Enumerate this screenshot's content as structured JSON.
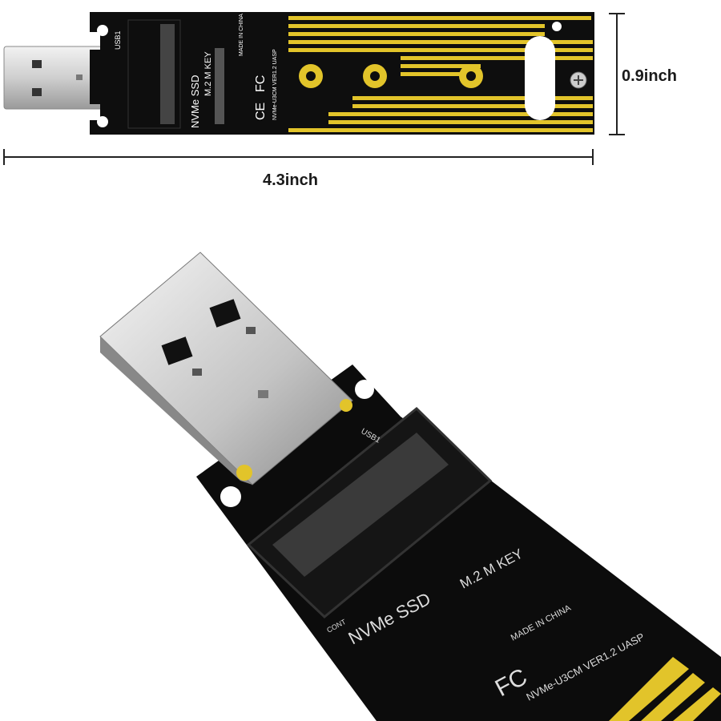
{
  "dimensions": {
    "height_label": "0.9inch",
    "width_label": "4.3inch"
  },
  "board_markings": {
    "usb": "USB1",
    "ssd": "NVMe SSD",
    "key": "M.2 M KEY",
    "origin": "MADE IN CHINA",
    "model": "NVMe-U3CM VER1.2 UASP",
    "cont": "CONT",
    "fc": "FC",
    "ce": "CE"
  },
  "colors": {
    "pcb": "#0e0e0e",
    "gold": "#e2c42a",
    "metal": "#c9c9c9",
    "dimension_line": "#222222"
  }
}
